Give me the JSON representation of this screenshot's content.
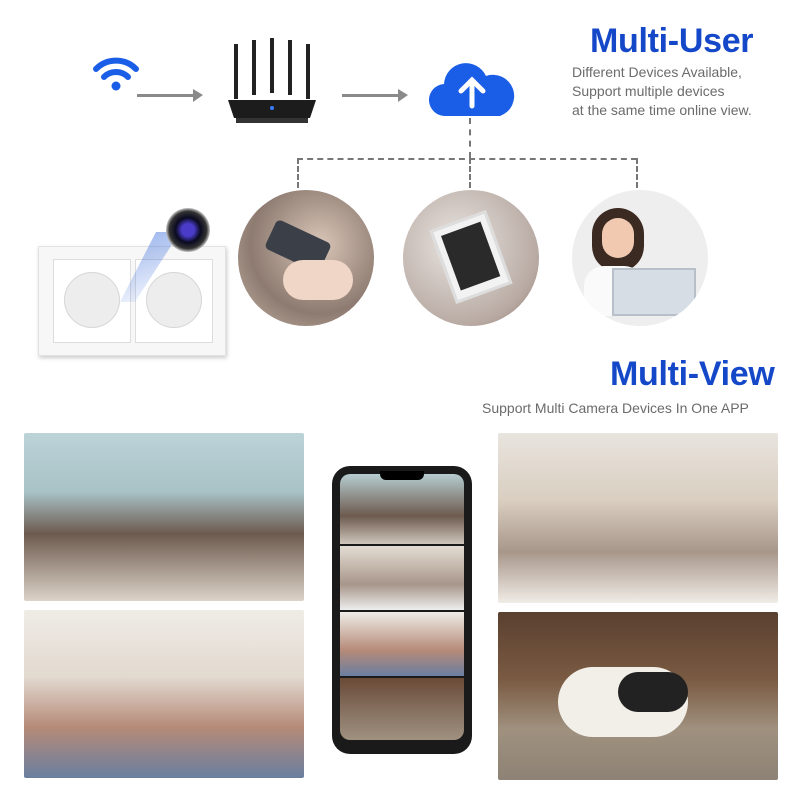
{
  "multi_user": {
    "title": "Multi-User",
    "lines": [
      "Different Devices Available,",
      "Support multiple devices",
      "at the same time online view."
    ]
  },
  "multi_view": {
    "title": "Multi-View",
    "subtitle": "Support Multi Camera Devices In One APP"
  },
  "colors": {
    "accent": "#1448c8",
    "cloud": "#1a5ee8"
  },
  "icons": [
    "wifi-icon",
    "router-icon",
    "cloud-upload-icon",
    "camera-lens-icon"
  ]
}
